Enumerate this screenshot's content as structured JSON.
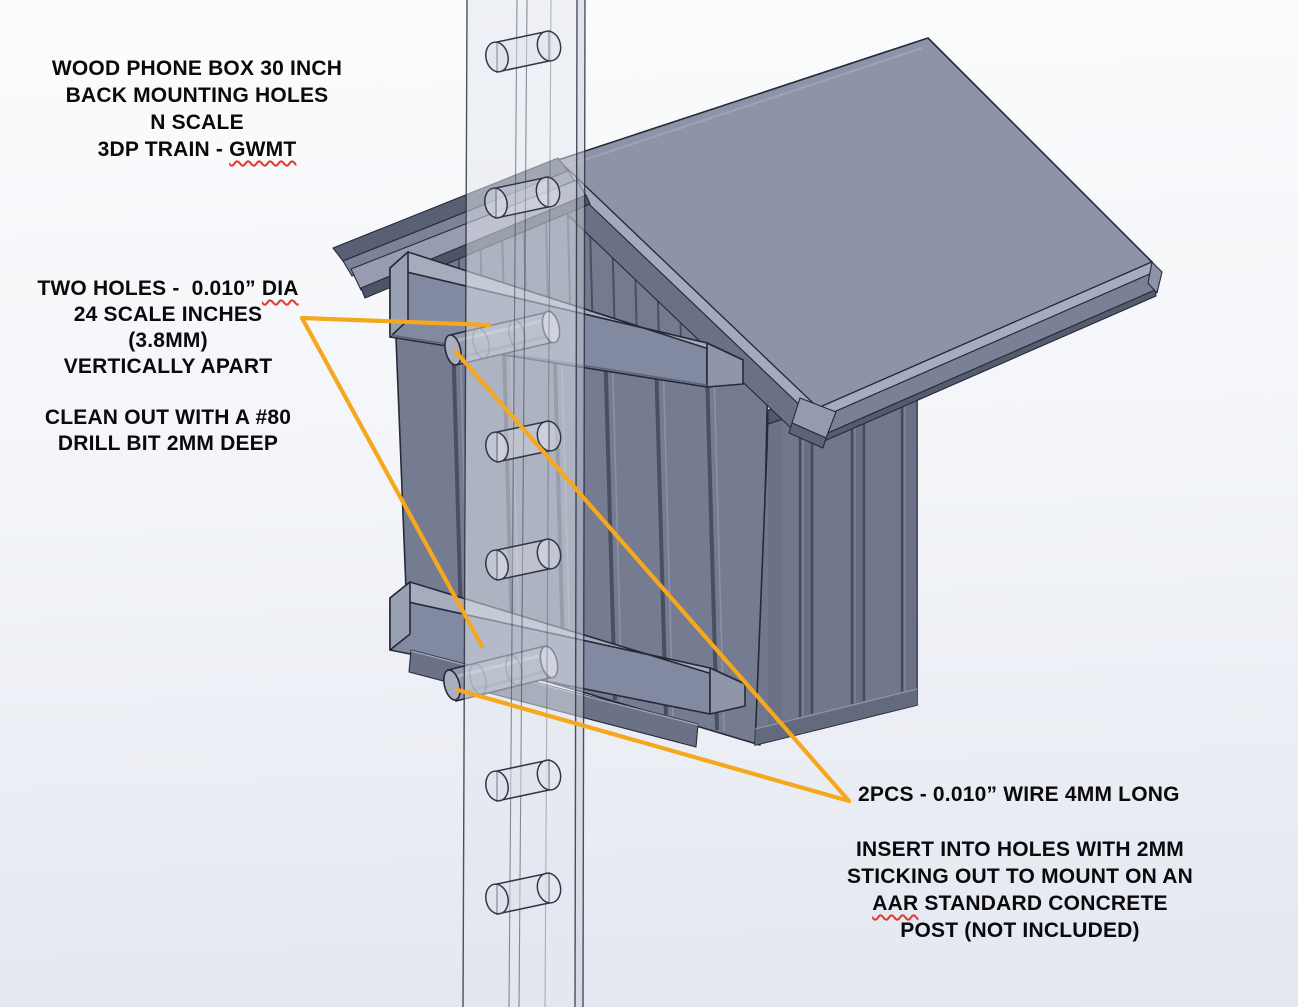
{
  "annotations": {
    "title_block": {
      "lines": [
        "WOOD PHONE BOX 30 INCH",
        "BACK MOUNTING HOLES",
        "N SCALE",
        "3DP TRAIN - GWMT"
      ]
    },
    "holes_note": {
      "para1_lines": [
        "TWO HOLES -  0.010” DIA",
        "24 SCALE INCHES",
        "(3.8MM)",
        "VERTICALLY APART"
      ],
      "para2_lines": [
        "CLEAN OUT WITH A #80",
        "DRILL BIT 2MM DEEP"
      ]
    },
    "wire_note": {
      "line": "2PCS - 0.010” WIRE 4MM LONG"
    },
    "insert_note": {
      "lines": [
        "INSERT INTO HOLES WITH 2MM",
        "STICKING OUT TO MOUNT ON AN",
        "AAR STANDARD CONCRETE",
        "POST (NOT INCLUDED)"
      ]
    },
    "spellcheck_underlined_words": [
      "GWMT",
      "DIA",
      "AAR"
    ]
  },
  "scene": {
    "subject": "wood phone box CAD model mounted on concrete post",
    "colors": {
      "leader_line": "#F5A71E",
      "edge": "#262A38",
      "roof": "#8E93A9",
      "back_wall": "#757C92",
      "right_wall": "#71778C",
      "batten_front": "#828AA1",
      "batten_top": "#A6ABBE",
      "post": "#E2E6ED",
      "pin": "#9298AC",
      "background_top": "#FBFCFD",
      "background_bottom": "#E4E7F0"
    }
  }
}
